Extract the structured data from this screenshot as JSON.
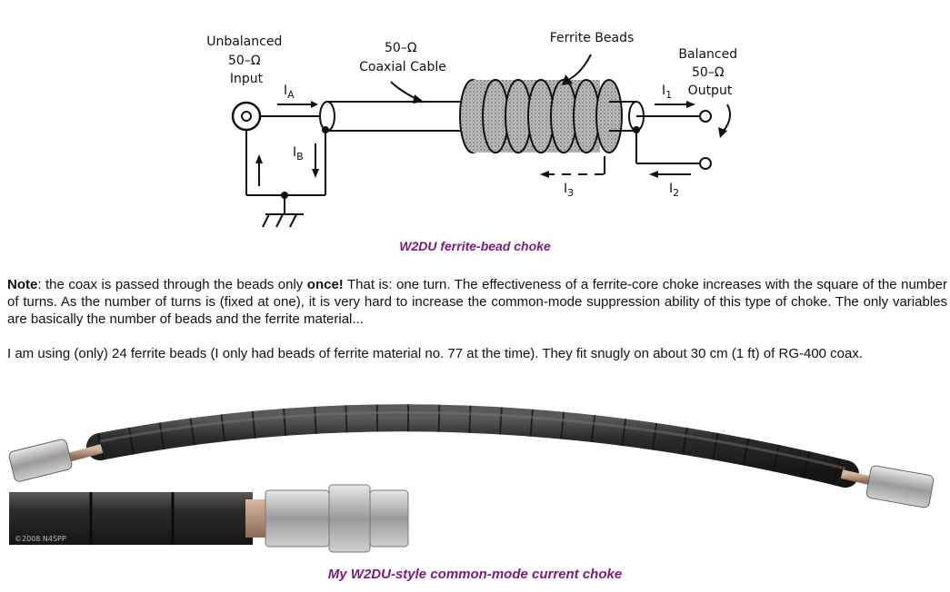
{
  "diagram": {
    "input_label": [
      "Unbalanced",
      "50–Ω",
      "Input"
    ],
    "cable_label": [
      "50–Ω",
      "Coaxial Cable"
    ],
    "beads_label": "Ferrite Beads",
    "output_label": [
      "Balanced",
      "50–Ω",
      "Output"
    ],
    "currents": {
      "ia": "I",
      "ia_sub": "A",
      "ib": "I",
      "ib_sub": "B",
      "i1": "I",
      "i1_sub": "1",
      "i2": "I",
      "i2_sub": "2",
      "i3": "I",
      "i3_sub": "3"
    }
  },
  "caption1": "W2DU ferrite-bead choke",
  "note": {
    "lead": "Note",
    "text1": ": the coax is passed through the beads only ",
    "bold": "once!",
    "text2": " That is: one turn. The effectiveness of a ferrite-core choke increases with the square of the number of turns. As the number of turns is (fixed at one), it is very hard to increase the common-mode suppression ability of this type of choke. The only variables are basically the number of beads and the ferrite material..."
  },
  "using": "I am using (only) 24 ferrite beads (I only had beads of ferrite material no. 77 at the time). They fit snugly on about 30 cm (1 ft) of RG-400 coax.",
  "photo": {
    "copyright": "©2008 N4SPP"
  },
  "caption2": "My W2DU-style common-mode current choke"
}
